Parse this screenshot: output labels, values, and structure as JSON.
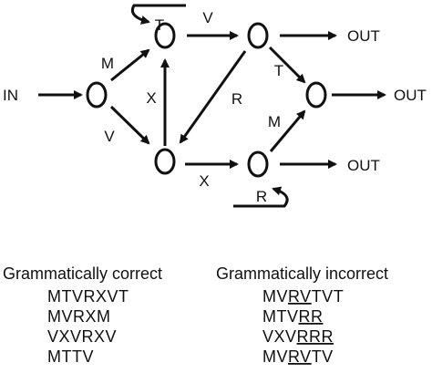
{
  "diagram": {
    "input_label": "IN",
    "output_label": "OUT",
    "transitions": {
      "in_to_upper": "M",
      "in_to_lower": "V",
      "self_loop_top": "T",
      "top_right": "V",
      "up_from_lower": "X",
      "cross_down": "R",
      "to_final_upper": "T",
      "to_final_lower": "M",
      "bottom_right": "X",
      "self_loop_bottom": "R"
    }
  },
  "examples": {
    "correct": {
      "heading": "Grammatically correct",
      "sequences": [
        "MTVRXVT",
        "MVRXM",
        "VXVRXV",
        "MTTV"
      ]
    },
    "incorrect": {
      "heading": "Grammatically incorrect",
      "sequences": [
        {
          "text": "MVRVTVT",
          "underlined": "RV"
        },
        {
          "text": "MTVRR",
          "underlined": "RR"
        },
        {
          "text": "VXVRRR",
          "underlined": "RRR"
        },
        {
          "text": "MVRVTV",
          "underlined": "RV"
        }
      ]
    }
  }
}
